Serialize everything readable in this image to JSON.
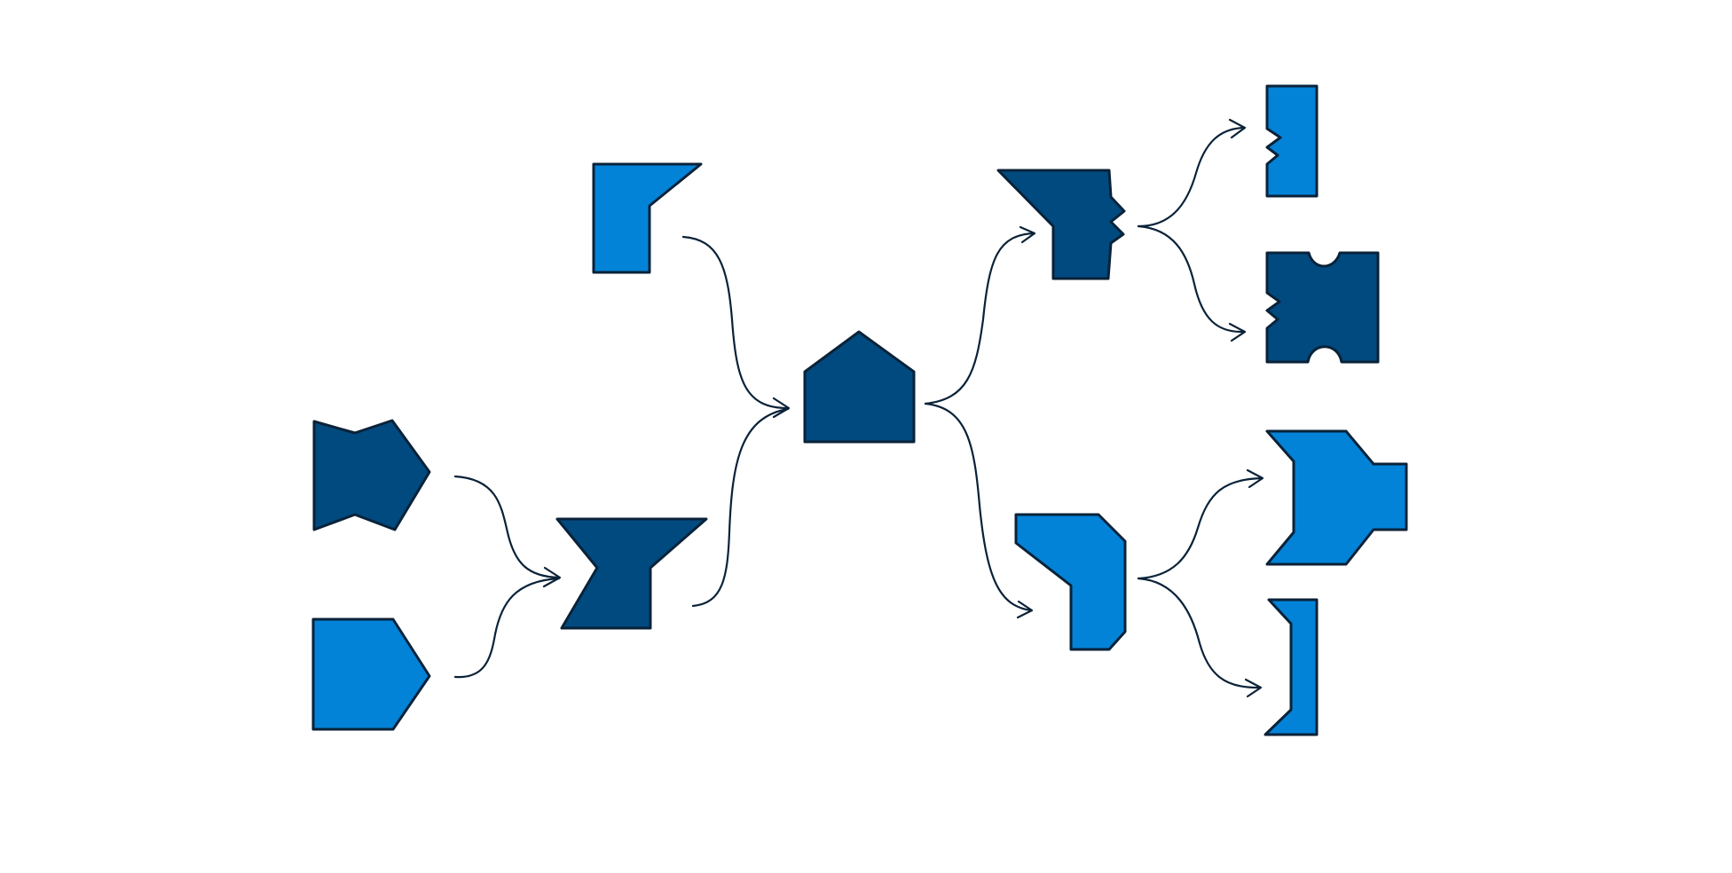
{
  "palette": {
    "dark_blue": "#004A80",
    "light_blue": "#0283D8",
    "outline": "#0A2238",
    "background": "#FFFFFF"
  },
  "diagram": {
    "description_kind": "tree-merge-and-split",
    "nodes": [
      {
        "id": "input-bowtie",
        "fill": "dark_blue"
      },
      {
        "id": "input-pentagon",
        "fill": "light_blue"
      },
      {
        "id": "merged-hourglass",
        "fill": "dark_blue"
      },
      {
        "id": "input-notched-corner",
        "fill": "light_blue"
      },
      {
        "id": "center-house",
        "fill": "dark_blue"
      },
      {
        "id": "split-funnel-zigzag",
        "fill": "dark_blue"
      },
      {
        "id": "split-bent-tab",
        "fill": "light_blue"
      },
      {
        "id": "output-zigzag-strip",
        "fill": "light_blue"
      },
      {
        "id": "output-notched-block",
        "fill": "dark_blue"
      },
      {
        "id": "output-arrow-block",
        "fill": "light_blue"
      },
      {
        "id": "output-bracket-strip",
        "fill": "light_blue"
      }
    ],
    "edges": [
      {
        "from": "input-bowtie",
        "to": "merged-hourglass"
      },
      {
        "from": "input-pentagon",
        "to": "merged-hourglass"
      },
      {
        "from": "input-notched-corner",
        "to": "center-house"
      },
      {
        "from": "merged-hourglass",
        "to": "center-house"
      },
      {
        "from": "center-house",
        "to": "split-funnel-zigzag"
      },
      {
        "from": "center-house",
        "to": "split-bent-tab"
      },
      {
        "from": "split-funnel-zigzag",
        "to": "output-zigzag-strip"
      },
      {
        "from": "split-funnel-zigzag",
        "to": "output-notched-block"
      },
      {
        "from": "split-bent-tab",
        "to": "output-arrow-block"
      },
      {
        "from": "split-bent-tab",
        "to": "output-bracket-strip"
      }
    ]
  }
}
